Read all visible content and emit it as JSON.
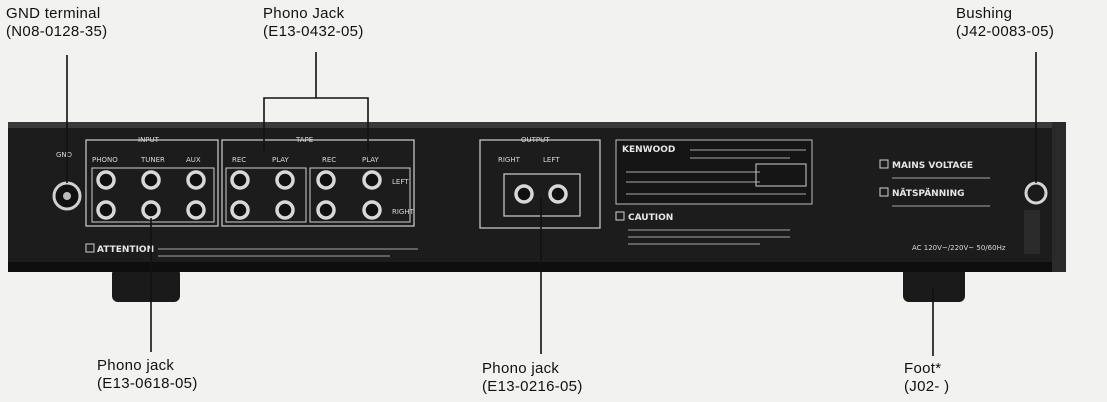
{
  "callouts": {
    "gnd": {
      "name": "GND terminal",
      "part": "(N08-0128-35)"
    },
    "phono_tape": {
      "name": "Phono Jack",
      "part": "(E13-0432-05)"
    },
    "bushing": {
      "name": "Bushing",
      "part": "(J42-0083-05)"
    },
    "phono_input": {
      "name": "Phono jack",
      "part": "(E13-0618-05)"
    },
    "phono_output": {
      "name": "Phono jack",
      "part": "(E13-0216-05)"
    },
    "foot": {
      "name": "Foot*",
      "part": "(J02-  )"
    }
  },
  "panel": {
    "gnd_label": "GND",
    "input": {
      "title": "INPUT",
      "cols": [
        "PHONO",
        "TUNER",
        "AUX"
      ]
    },
    "tape": {
      "title": "TAPE",
      "cols": [
        "REC",
        "PLAY",
        "REC",
        "PLAY"
      ]
    },
    "channels": [
      "LEFT",
      "RIGHT"
    ],
    "output": {
      "title": "OUTPUT",
      "cols": [
        "RIGHT",
        "LEFT"
      ]
    },
    "attention": "ATTENTION",
    "brand": "KENWOOD",
    "caution": "CAUTION",
    "mains_voltage": "MAINS VOLTAGE",
    "natspanning": "NÄTSPÄNNING",
    "ac": "AC 120V~/220V~  50/60Hz"
  }
}
